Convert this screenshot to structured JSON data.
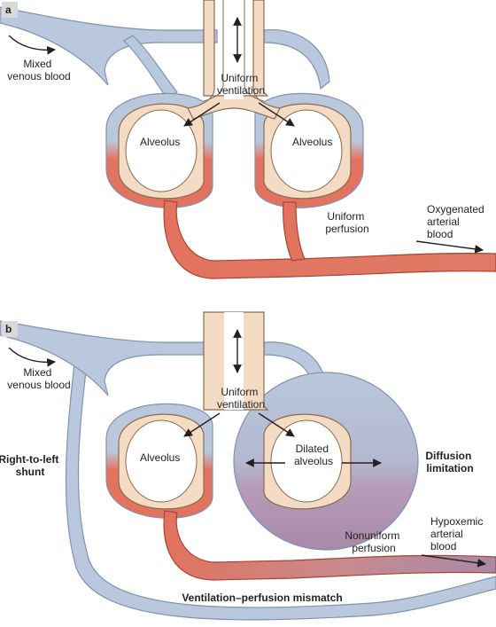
{
  "panel_a": {
    "tag": "a",
    "mixed_venous": [
      "Mixed",
      "venous blood"
    ],
    "uniform_ventilation": [
      "Uniform",
      "ventilation"
    ],
    "alveolus_left": "Alveolus",
    "alveolus_right": "Alveolus",
    "uniform_perfusion": [
      "Uniform",
      "perfusion"
    ],
    "oxygenated_blood": [
      "Oxygenated",
      "arterial",
      "blood"
    ]
  },
  "panel_b": {
    "tag": "b",
    "mixed_venous": [
      "Mixed",
      "venous blood"
    ],
    "uniform_ventilation": [
      "Uniform",
      "ventilation"
    ],
    "alveolus_left": "Alveolus",
    "dilated_alveolus": [
      "Dilated",
      "alveolus"
    ],
    "right_to_left_shunt": [
      "Right-to-left",
      "shunt"
    ],
    "diffusion_limitation": [
      "Diffusion",
      "limitation"
    ],
    "nonuniform_perfusion": [
      "Nonuniform",
      "perfusion"
    ],
    "hypoxemic_blood": [
      "Hypoxemic",
      "arterial",
      "blood"
    ],
    "vq_mismatch": "Ventilation–perfusion mismatch"
  },
  "colors": {
    "venous_blue": "#b9c8dc",
    "venous_edge": "#7f93b0",
    "arterial_red": "#e2735e",
    "arterial_edge": "#a9442f",
    "mixed_purple": "#b59cb8",
    "epithelium": "#f3dcc3",
    "epithelium_edge": "#8a6a4f"
  }
}
